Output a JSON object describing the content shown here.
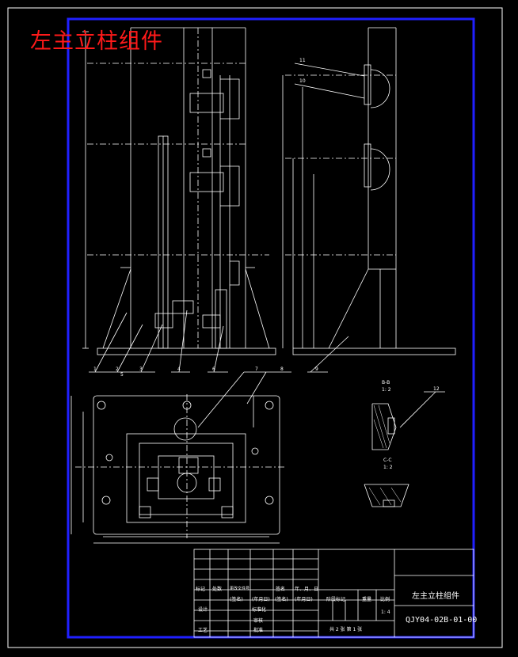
{
  "drawing": {
    "title": "左主立柱组件",
    "colors": {
      "background": "#000000",
      "frame": "#2020ff",
      "lines": "#ffffff",
      "title": "#ff1a1a"
    }
  },
  "views": {
    "sections": [
      {
        "id": "section-b-b",
        "label": "B-B",
        "scale": "1: 2"
      },
      {
        "id": "section-c-c",
        "label": "C-C",
        "scale": "1: 2"
      }
    ]
  },
  "callouts": [
    "1",
    "2",
    "3",
    "4",
    "5",
    "6",
    "7",
    "8",
    "9",
    "10",
    "11",
    "12"
  ],
  "title_block": {
    "part_name": "左主立柱组件",
    "drawing_code": "QJY04-02B-01-00",
    "scale": "1: 4",
    "sheets": "共 2 张  第 1 张",
    "headers": [
      "标记",
      "处数",
      "更改文件号",
      "签名",
      "年、月、日"
    ],
    "stamps": [
      "(签名)",
      "(年月日)",
      "(签名)",
      "(年月日)"
    ],
    "roles": [
      "设计",
      "审核",
      "工艺",
      "标准化",
      "批准"
    ],
    "fields": [
      "阶段标记",
      "重量",
      "比例"
    ]
  }
}
